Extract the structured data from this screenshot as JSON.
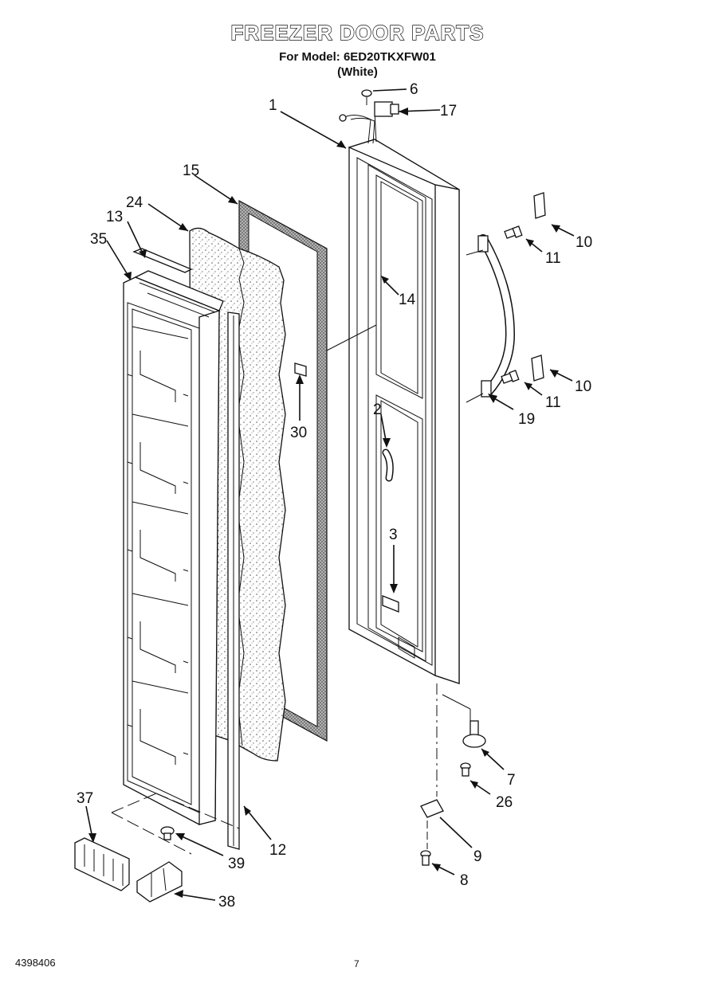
{
  "title": "FREEZER DOOR PARTS",
  "model_line": "For Model: 6ED20TKXFW01",
  "color_line": "(White)",
  "doc_number": "4398406",
  "page_number": "7",
  "callouts": [
    "1",
    "2",
    "3",
    "6",
    "7",
    "8",
    "9",
    "10",
    "10",
    "11",
    "11",
    "12",
    "13",
    "14",
    "15",
    "17",
    "19",
    "24",
    "26",
    "30",
    "35",
    "37",
    "38",
    "39"
  ]
}
